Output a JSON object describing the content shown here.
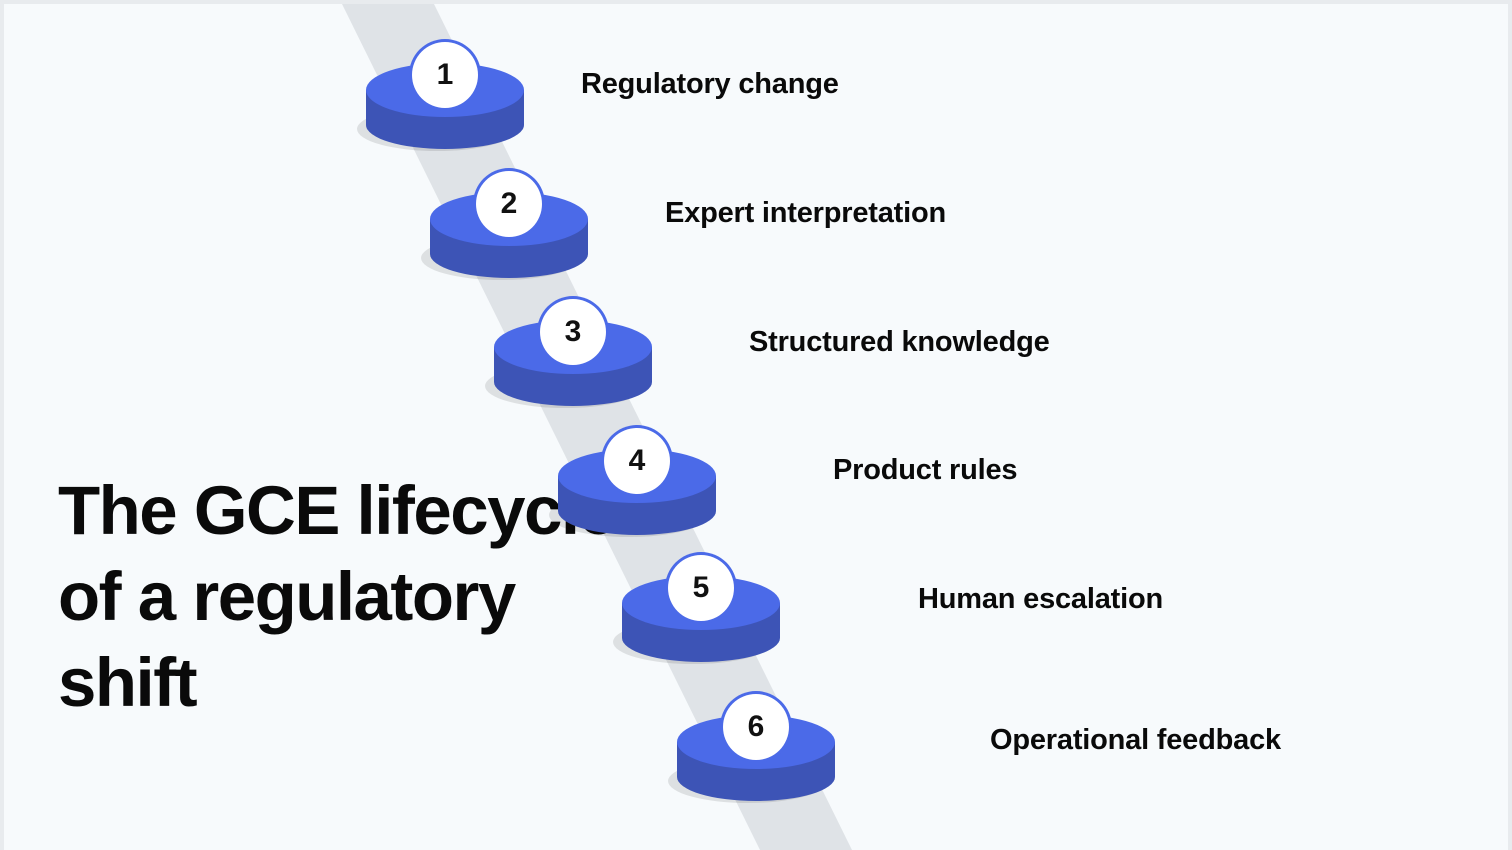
{
  "title": "The GCE lifecycle of a regulatory shift",
  "colors": {
    "background": "#f7fafc",
    "frame": "#e8ebee",
    "path": "#dfe3e7",
    "disc_top": "#4b6ae8",
    "disc_side": "#3d54b6",
    "number_circle": "#ffffff"
  },
  "steps": [
    {
      "number": "1",
      "label": "Regulatory change"
    },
    {
      "number": "2",
      "label": "Expert interpretation"
    },
    {
      "number": "3",
      "label": "Structured knowledge"
    },
    {
      "number": "4",
      "label": "Product rules"
    },
    {
      "number": "5",
      "label": "Human escalation"
    },
    {
      "number": "6",
      "label": "Operational feedback"
    }
  ]
}
